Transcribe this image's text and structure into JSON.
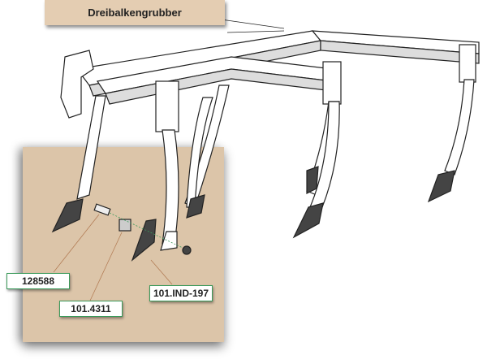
{
  "title": "Dreibalkengrubber",
  "parts": [
    {
      "number": "128588",
      "description_icon": "bolt"
    },
    {
      "number": "101.4311",
      "description_icon": "clamp-plate"
    },
    {
      "number": "101.IND-197",
      "description_icon": "share-point"
    }
  ],
  "colors": {
    "panel": "#dcc5a9",
    "label_border": "#3a9a5a",
    "leader": "#b07850"
  }
}
